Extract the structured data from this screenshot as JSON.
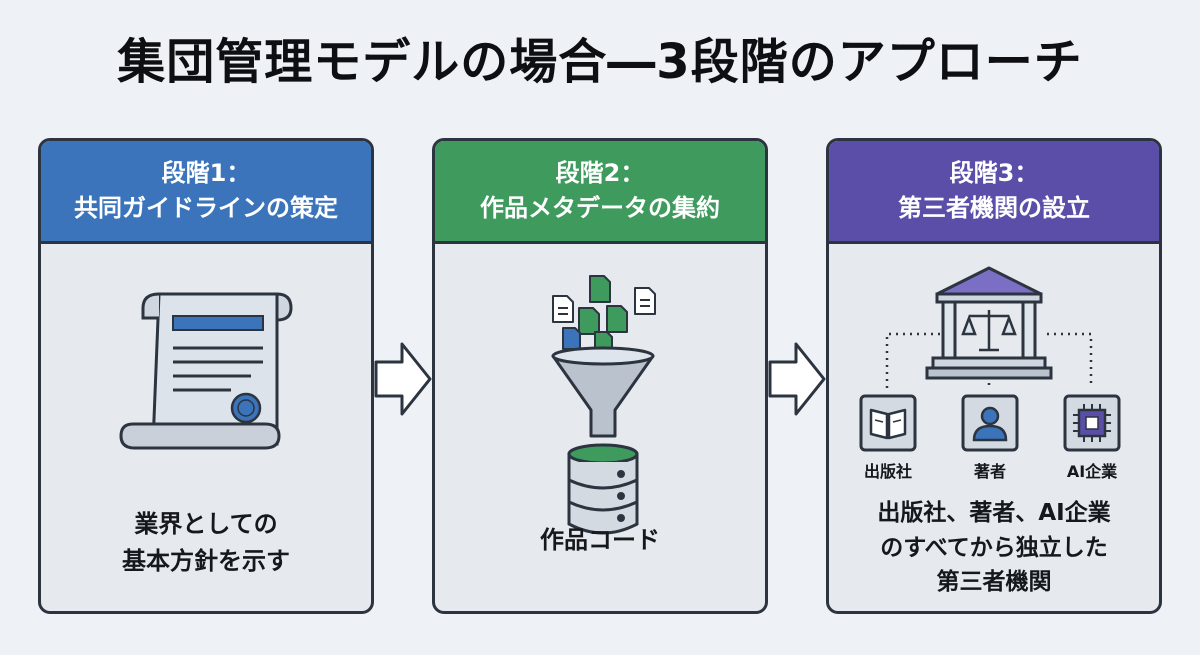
{
  "title": "集団管理モデルの場合―3段階のアプローチ",
  "colors": {
    "stage1": "#3b74bb",
    "stage2": "#3e9a5d",
    "stage3": "#5b4ea8"
  },
  "stages": [
    {
      "step": "段階1：",
      "name": "共同ガイドラインの策定",
      "caption_lines": [
        "業界としての",
        "基本方針を示す"
      ],
      "icon": "scroll-document-icon"
    },
    {
      "step": "段階2：",
      "name": "作品メタデータの集約",
      "caption_lines": [
        "作品コード"
      ],
      "icon": "funnel-database-icon"
    },
    {
      "step": "段階3：",
      "name": "第三者機関の設立",
      "entities": [
        "出版社",
        "著者",
        "AI企業"
      ],
      "caption_lines": [
        "出版社、著者、AI企業",
        "のすべてから独立した",
        "第三者機関"
      ],
      "icon": "institution-icon"
    }
  ]
}
